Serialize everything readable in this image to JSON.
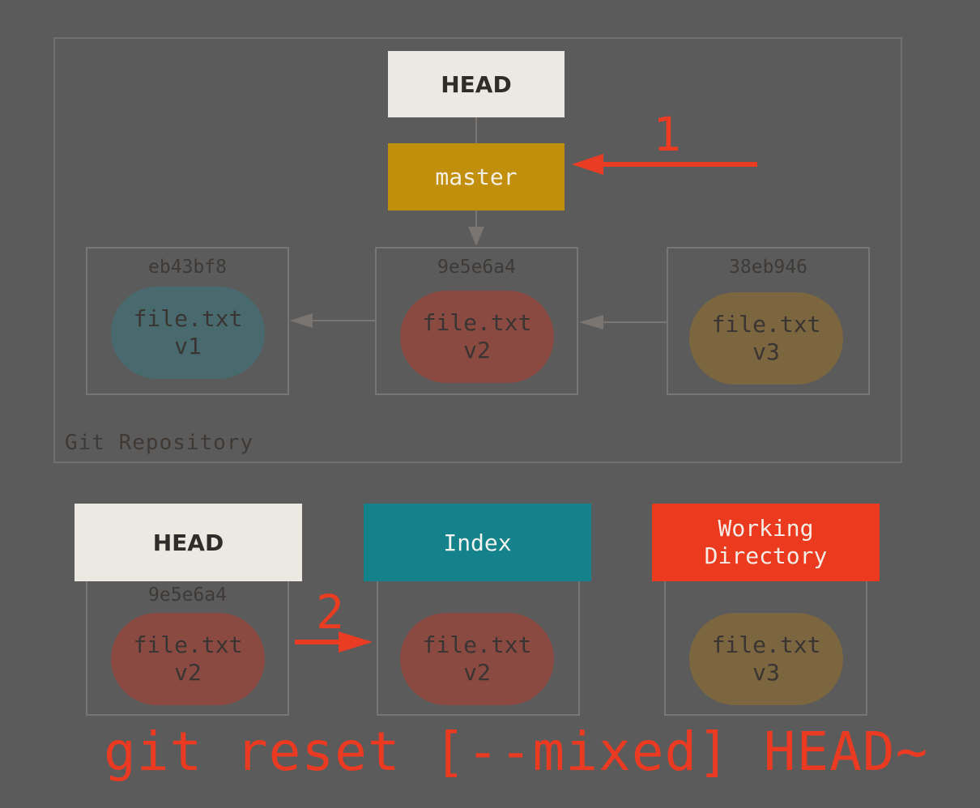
{
  "repository": {
    "label": "Git Repository",
    "head_label": "HEAD",
    "branch_label": "master",
    "commits": [
      {
        "sha": "eb43bf8",
        "file": "file.txt",
        "version": "v1"
      },
      {
        "sha": "9e5e6a4",
        "file": "file.txt",
        "version": "v2"
      },
      {
        "sha": "38eb946",
        "file": "file.txt",
        "version": "v3"
      }
    ]
  },
  "trees": {
    "head": {
      "label": "HEAD",
      "sha": "9e5e6a4",
      "file": "file.txt",
      "version": "v2"
    },
    "index": {
      "label": "Index",
      "file": "file.txt",
      "version": "v2"
    },
    "working_directory": {
      "label_line1": "Working",
      "label_line2": "Directory",
      "file": "file.txt",
      "version": "v3"
    }
  },
  "steps": {
    "step1": "1",
    "step2": "2"
  },
  "command": "git reset [--mixed] HEAD~",
  "colors": {
    "background": "#5b5b5b",
    "head": "#ebe9e2",
    "master": "#c18f0c",
    "index": "#14828a",
    "working_directory": "#ec3a1f",
    "blob_v1": "#486a6f",
    "blob_v2": "#8a4a42",
    "blob_v3": "#7c6640",
    "accent_red": "#e93c22"
  }
}
